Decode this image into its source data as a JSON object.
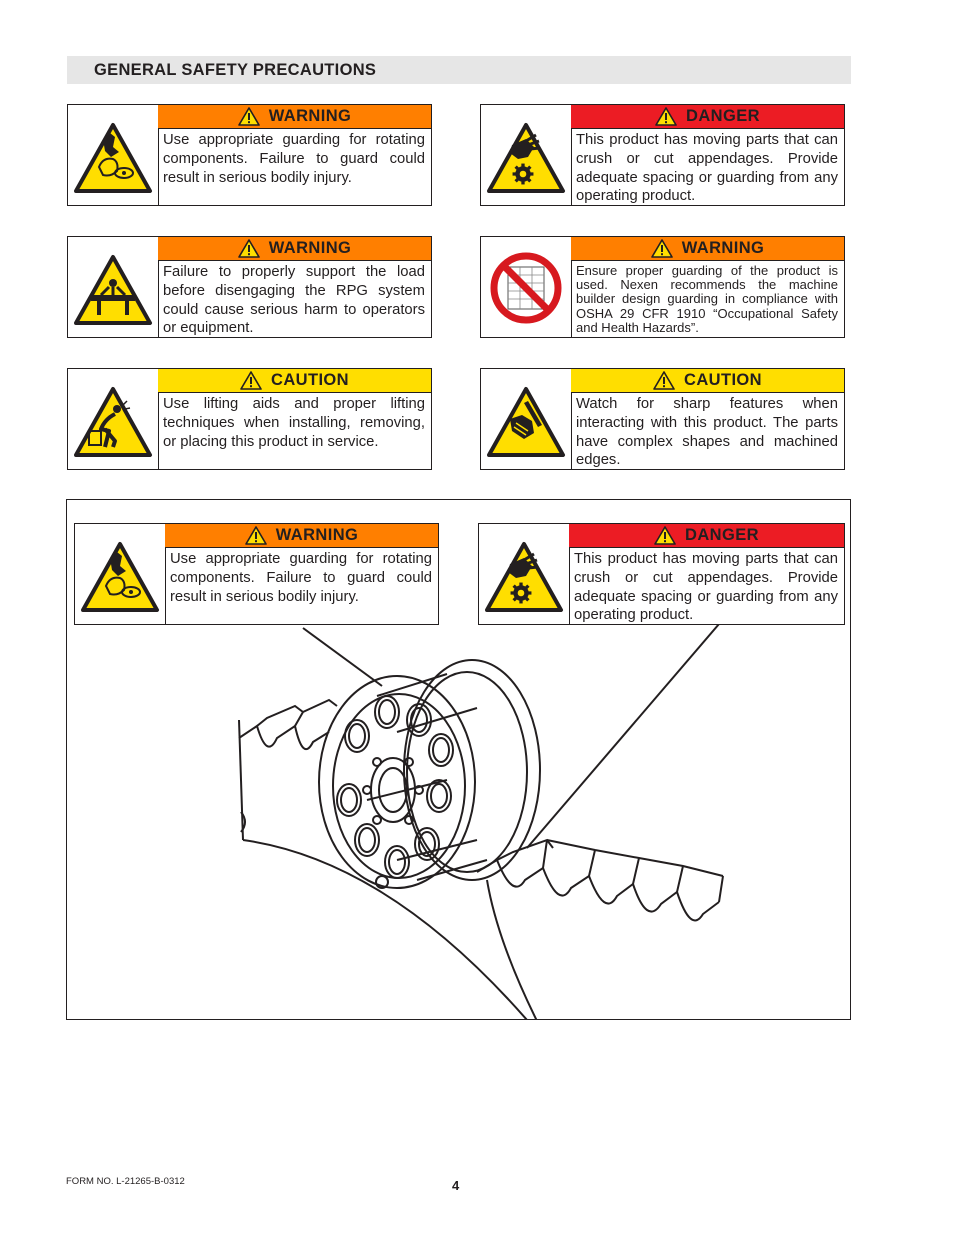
{
  "section": {
    "title": "GENERAL SAFETY PRECAUTIONS"
  },
  "cards": [
    {
      "level": "WARNING",
      "body": "Use appropriate guarding for rotating components.  Failure to guard could result in serious bodily injury.",
      "pictogram": "rotating-parts-hazard-icon"
    },
    {
      "level": "DANGER",
      "body": "This product has moving parts that can crush or cut appendages.  Provide adequate spacing or guarding from any operating product.",
      "pictogram": "gear-crush-hazard-icon"
    },
    {
      "level": "WARNING",
      "body": "Failure to properly support the load before disengaging the RPG system could cause serious harm to operators or equipment.",
      "pictogram": "load-crush-hazard-icon"
    },
    {
      "level": "WARNING",
      "body": "Ensure proper guarding of the product is used.  Nexen recommends the machine builder design guarding in compliance with OSHA 29 CFR 1910 “Occupational Safety and Health Hazards”.",
      "pictogram": "no-unguarded-operation-icon"
    },
    {
      "level": "CAUTION",
      "body": "Use lifting aids and proper lifting techniques when installing, removing, or placing this product in service.",
      "pictogram": "lifting-hazard-icon"
    },
    {
      "level": "CAUTION",
      "body": "Watch for sharp features when interacting with this product.  The parts have complex shapes and machined edges.",
      "pictogram": "sharp-edge-hazard-icon"
    }
  ],
  "figure_labels": [
    {
      "level": "WARNING",
      "body": "Use appropriate guarding for rotating components.  Failure to guard could result in serious bodily injury.",
      "pictogram": "rotating-parts-hazard-icon"
    },
    {
      "level": "DANGER",
      "body": "This product has moving parts that can crush or cut appendages.  Provide adequate spacing or guarding from any operating product.",
      "pictogram": "gear-crush-hazard-icon"
    }
  ],
  "colors": {
    "warning": "#ff7f00",
    "danger": "#ec1c24",
    "caution": "#ffde00",
    "pictogram_yellow": "#ffde00"
  },
  "footer": {
    "form_number": "FORM NO. L-21265-B-0312",
    "page_number": "4"
  }
}
